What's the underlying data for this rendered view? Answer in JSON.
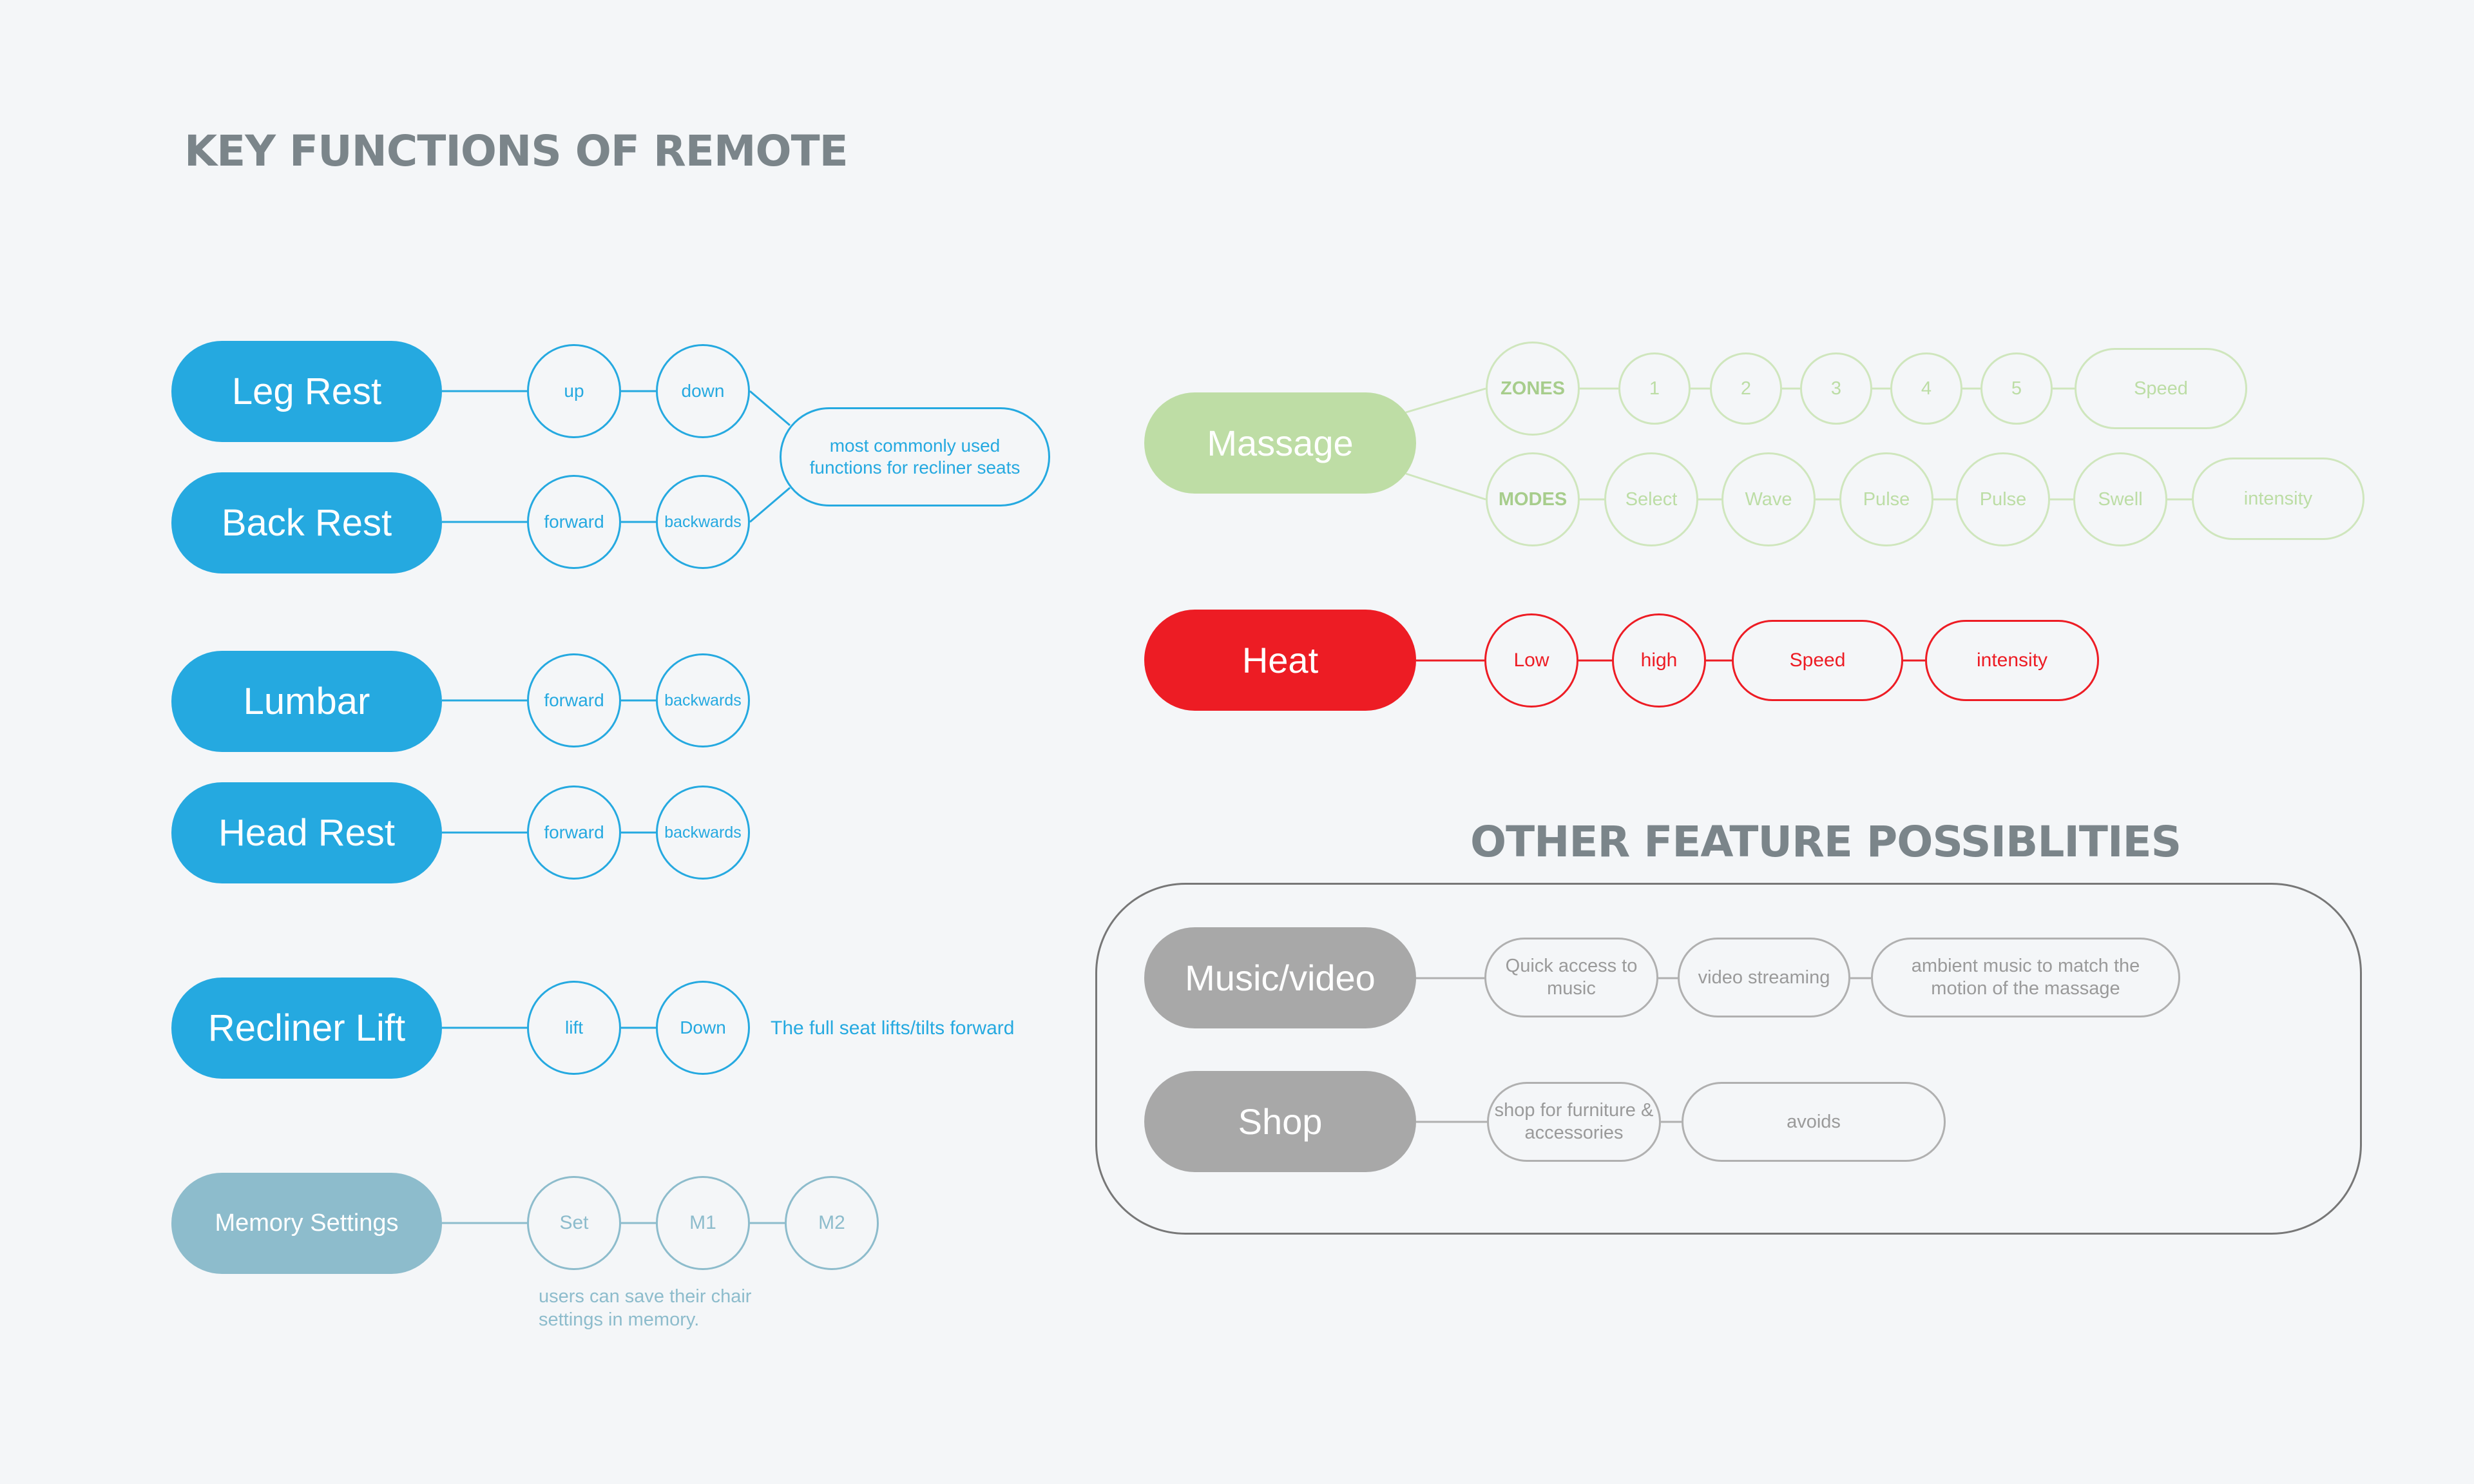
{
  "title": "KEY FUNCTIONS OF REMOTE",
  "other_title": "OTHER FEATURE POSSIBLITIES",
  "colors": {
    "blue": "#25a9e0",
    "memory": "#8dbccc",
    "massage": "#bedda5",
    "heat": "#ed1c24",
    "other": "#a8a8a8",
    "heading": "#7b858a",
    "background": "#f4f6f8"
  },
  "leg_rest": {
    "label": "Leg Rest",
    "options": [
      "up",
      "down"
    ]
  },
  "back_rest": {
    "label": "Back Rest",
    "options": [
      "forward",
      "backwards"
    ]
  },
  "common_note": "most commonly used functions for recliner seats",
  "lumbar": {
    "label": "Lumbar",
    "options": [
      "forward",
      "backwards"
    ]
  },
  "head_rest": {
    "label": "Head Rest",
    "options": [
      "forward",
      "backwards"
    ]
  },
  "recliner_lift": {
    "label": "Recliner Lift",
    "options": [
      "lift",
      "Down"
    ],
    "note": "The full seat lifts/tilts forward"
  },
  "memory": {
    "label": "Memory Settings",
    "options": [
      "Set",
      "M1",
      "M2"
    ],
    "note": "users can save their chair settings in memory."
  },
  "massage": {
    "label": "Massage",
    "zones_label": "ZONES",
    "zones": [
      "1",
      "2",
      "3",
      "4",
      "5",
      "Speed"
    ],
    "modes_label": "MODES",
    "modes": [
      "Select",
      "Wave",
      "Pulse",
      "Pulse",
      "Swell",
      "intensity"
    ]
  },
  "heat": {
    "label": "Heat",
    "options": [
      "Low",
      "high",
      "Speed",
      "intensity"
    ]
  },
  "music": {
    "label": "Music/video",
    "options": [
      "Quick access to music",
      "video streaming",
      "ambient music to match the motion of the massage"
    ]
  },
  "shop": {
    "label": "Shop",
    "options": [
      "shop for furniture & accessories",
      "avoids"
    ]
  }
}
